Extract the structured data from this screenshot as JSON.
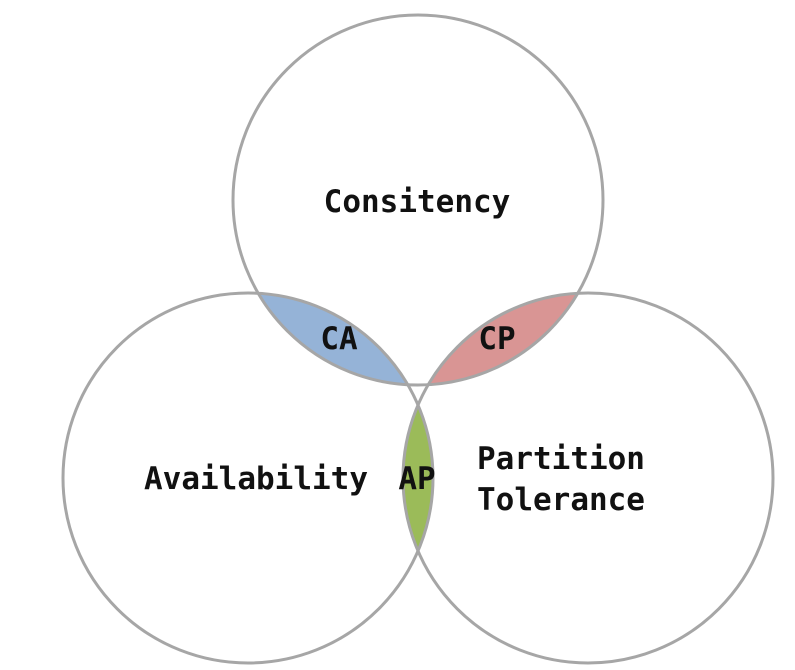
{
  "sets": {
    "consistency": "Consitency",
    "availability": "Availability",
    "partition_line1": "Partition",
    "partition_line2": "Tolerance"
  },
  "overlaps": {
    "ca": "CA",
    "cp": "CP",
    "ap": "AP"
  },
  "colors": {
    "outline": "#a6a6a6",
    "ca_fill": "#95b3d7",
    "cp_fill": "#d99594",
    "ap_fill": "#9bbb59"
  }
}
